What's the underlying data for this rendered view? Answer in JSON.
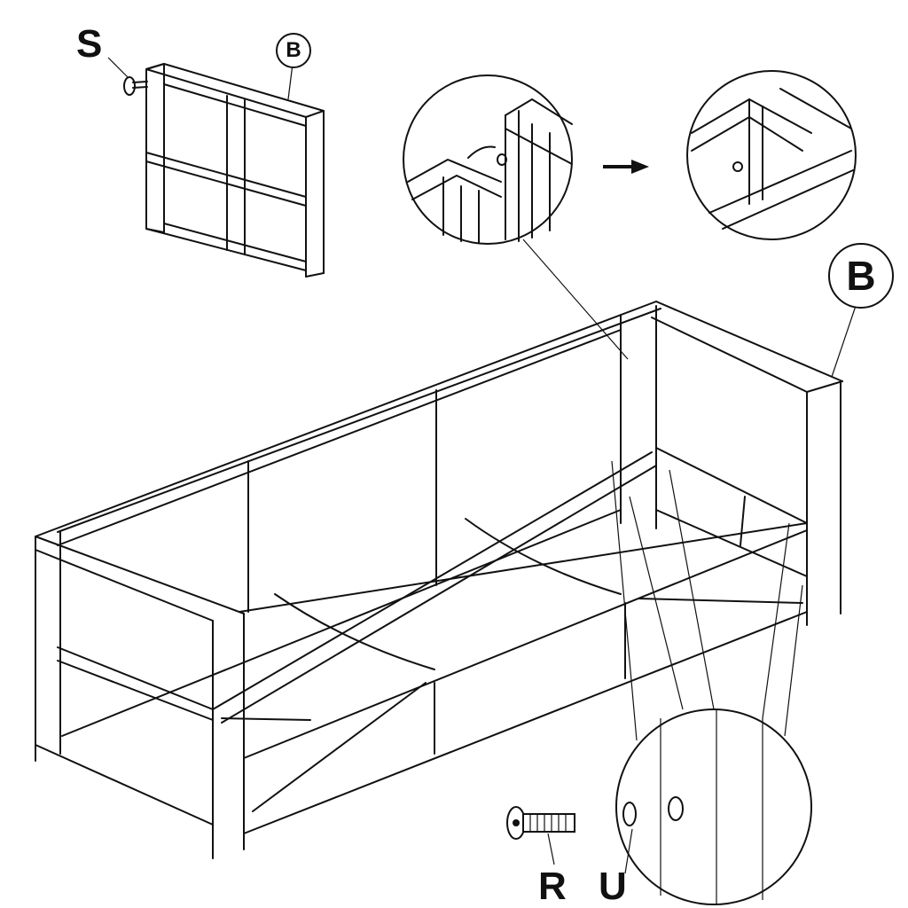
{
  "labels": {
    "screw_part": "S",
    "back_panel_small": "B",
    "back_panel_large": "B",
    "bolt_part": "R",
    "hole_part": "U"
  },
  "colors": {
    "line": "#111111",
    "background": "#ffffff"
  }
}
